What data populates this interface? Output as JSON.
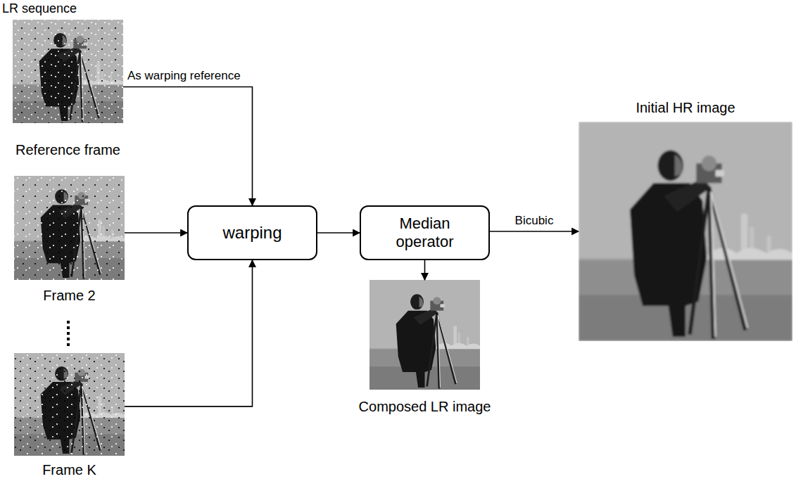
{
  "diagram": {
    "nodes": [
      {
        "text": [
          "Reference frame"
        ]
      },
      {
        "text": [
          "Frame 2"
        ]
      },
      {
        "text": [
          "Frame K"
        ]
      },
      {
        "text": [
          "warping"
        ]
      },
      {
        "text": [
          "Median operator"
        ]
      },
      {
        "text": [
          "Composed LR image"
        ]
      },
      {
        "text": [
          "Initial HR image"
        ]
      }
    ],
    "edges": [
      {
        "from": 0,
        "to": 3,
        "arrow": "to",
        "label": "As warping reference"
      },
      {
        "from": 1,
        "to": 3,
        "arrow": "to"
      },
      {
        "from": 2,
        "to": 3,
        "arrow": "to"
      },
      {
        "from": 3,
        "to": 4,
        "arrow": "to"
      },
      {
        "from": 4,
        "to": 5,
        "arrow": "to"
      },
      {
        "from": 4,
        "to": 6,
        "arrow": "to",
        "label": "Bicubic"
      }
    ],
    "labels": [
      "LR sequence"
    ]
  }
}
